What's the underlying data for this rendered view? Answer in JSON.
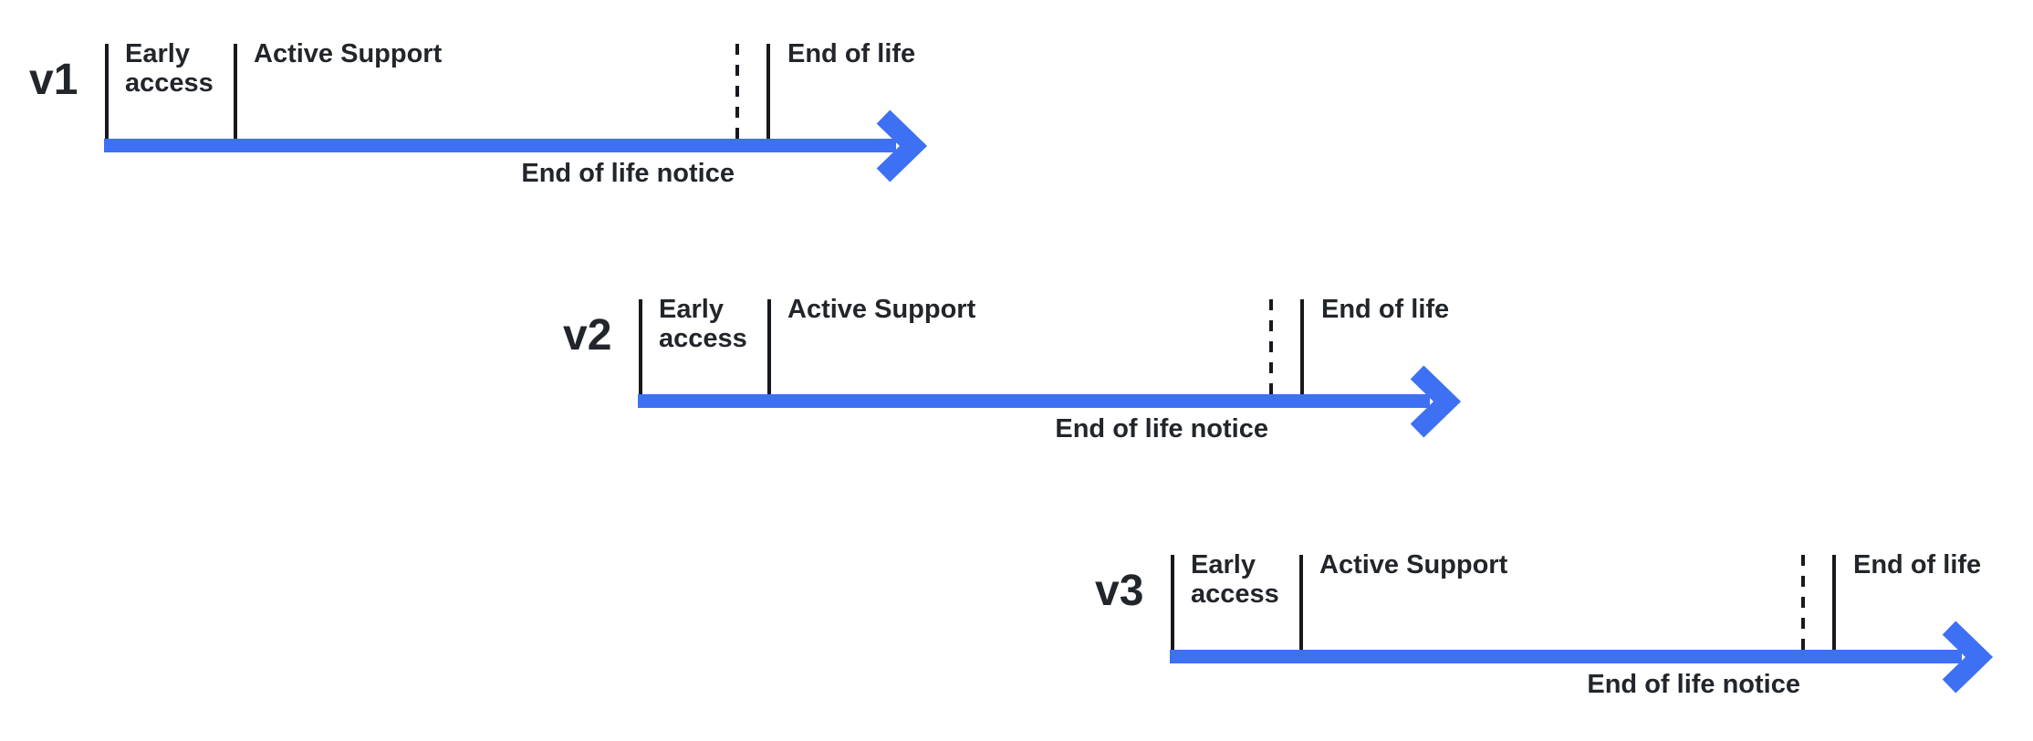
{
  "diagram": {
    "colors": {
      "accent": "#3E70F3",
      "line": "#17191E",
      "text": "#22262B",
      "background": "#FFFFFF"
    },
    "timelines": [
      {
        "version": "v1",
        "labels": {
          "early_access": "Early access",
          "active_support": "Active Support",
          "end_of_life": "End of life",
          "end_of_life_notice": "End of life notice"
        }
      },
      {
        "version": "v2",
        "labels": {
          "early_access": "Early access",
          "active_support": "Active Support",
          "end_of_life": "End of life",
          "end_of_life_notice": "End of life notice"
        }
      },
      {
        "version": "v3",
        "labels": {
          "early_access": "Early access",
          "active_support": "Active Support",
          "end_of_life": "End of life",
          "end_of_life_notice": "End of life notice"
        }
      }
    ]
  }
}
